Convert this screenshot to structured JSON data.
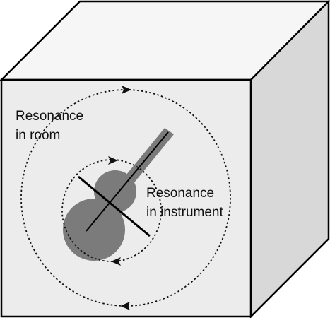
{
  "labels": {
    "room_line1": "Resonance",
    "room_line2": "in room",
    "instrument_line1": "Resonance",
    "instrument_line2": "in instrument"
  },
  "colors": {
    "front_face": "#ececec",
    "top_face": "#f6f6f6",
    "side_face": "#d8d8d8",
    "edges": "#000000",
    "instrument": "#7b7b7b",
    "dotted_paths": "#111111"
  }
}
